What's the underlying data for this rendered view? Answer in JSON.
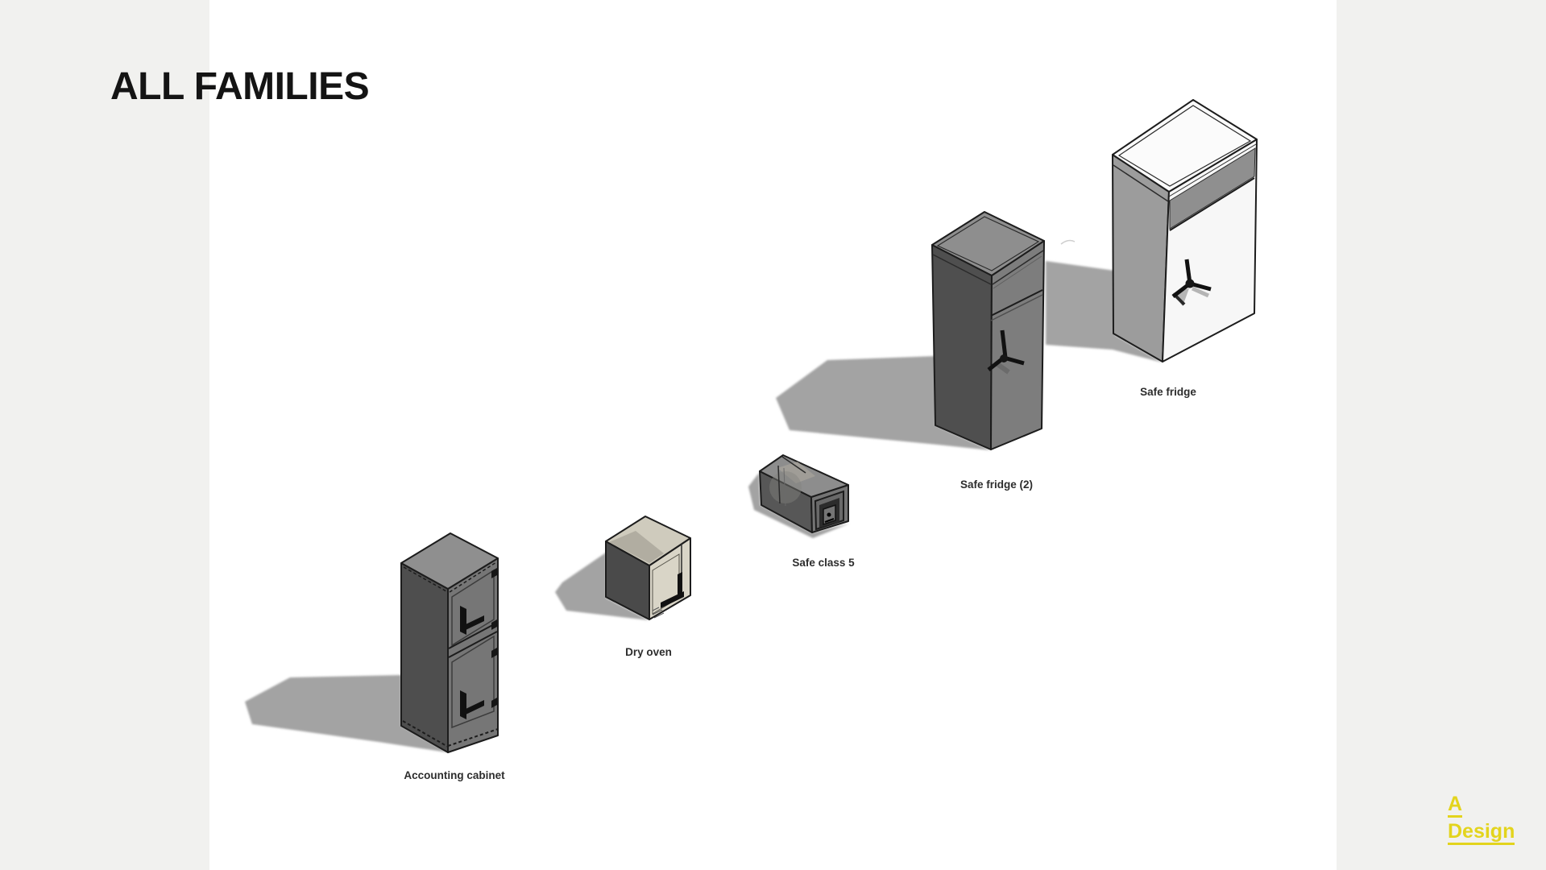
{
  "page": {
    "title": "ALL FAMILIES"
  },
  "families": [
    {
      "label": "Accounting cabinet"
    },
    {
      "label": "Dry oven"
    },
    {
      "label": "Safe class 5"
    },
    {
      "label": "Safe fridge (2)"
    },
    {
      "label": "Safe fridge"
    }
  ],
  "logo": {
    "line1": "A",
    "line2": "Design"
  },
  "colors": {
    "logo_yellow": "#e3d41d",
    "side_strip_gray": "#f1f1ef",
    "canvas_white": "#ffffff",
    "shadow_gray": "#a3a3a3",
    "title_text": "#141414",
    "label_text": "#2d2d2d"
  }
}
